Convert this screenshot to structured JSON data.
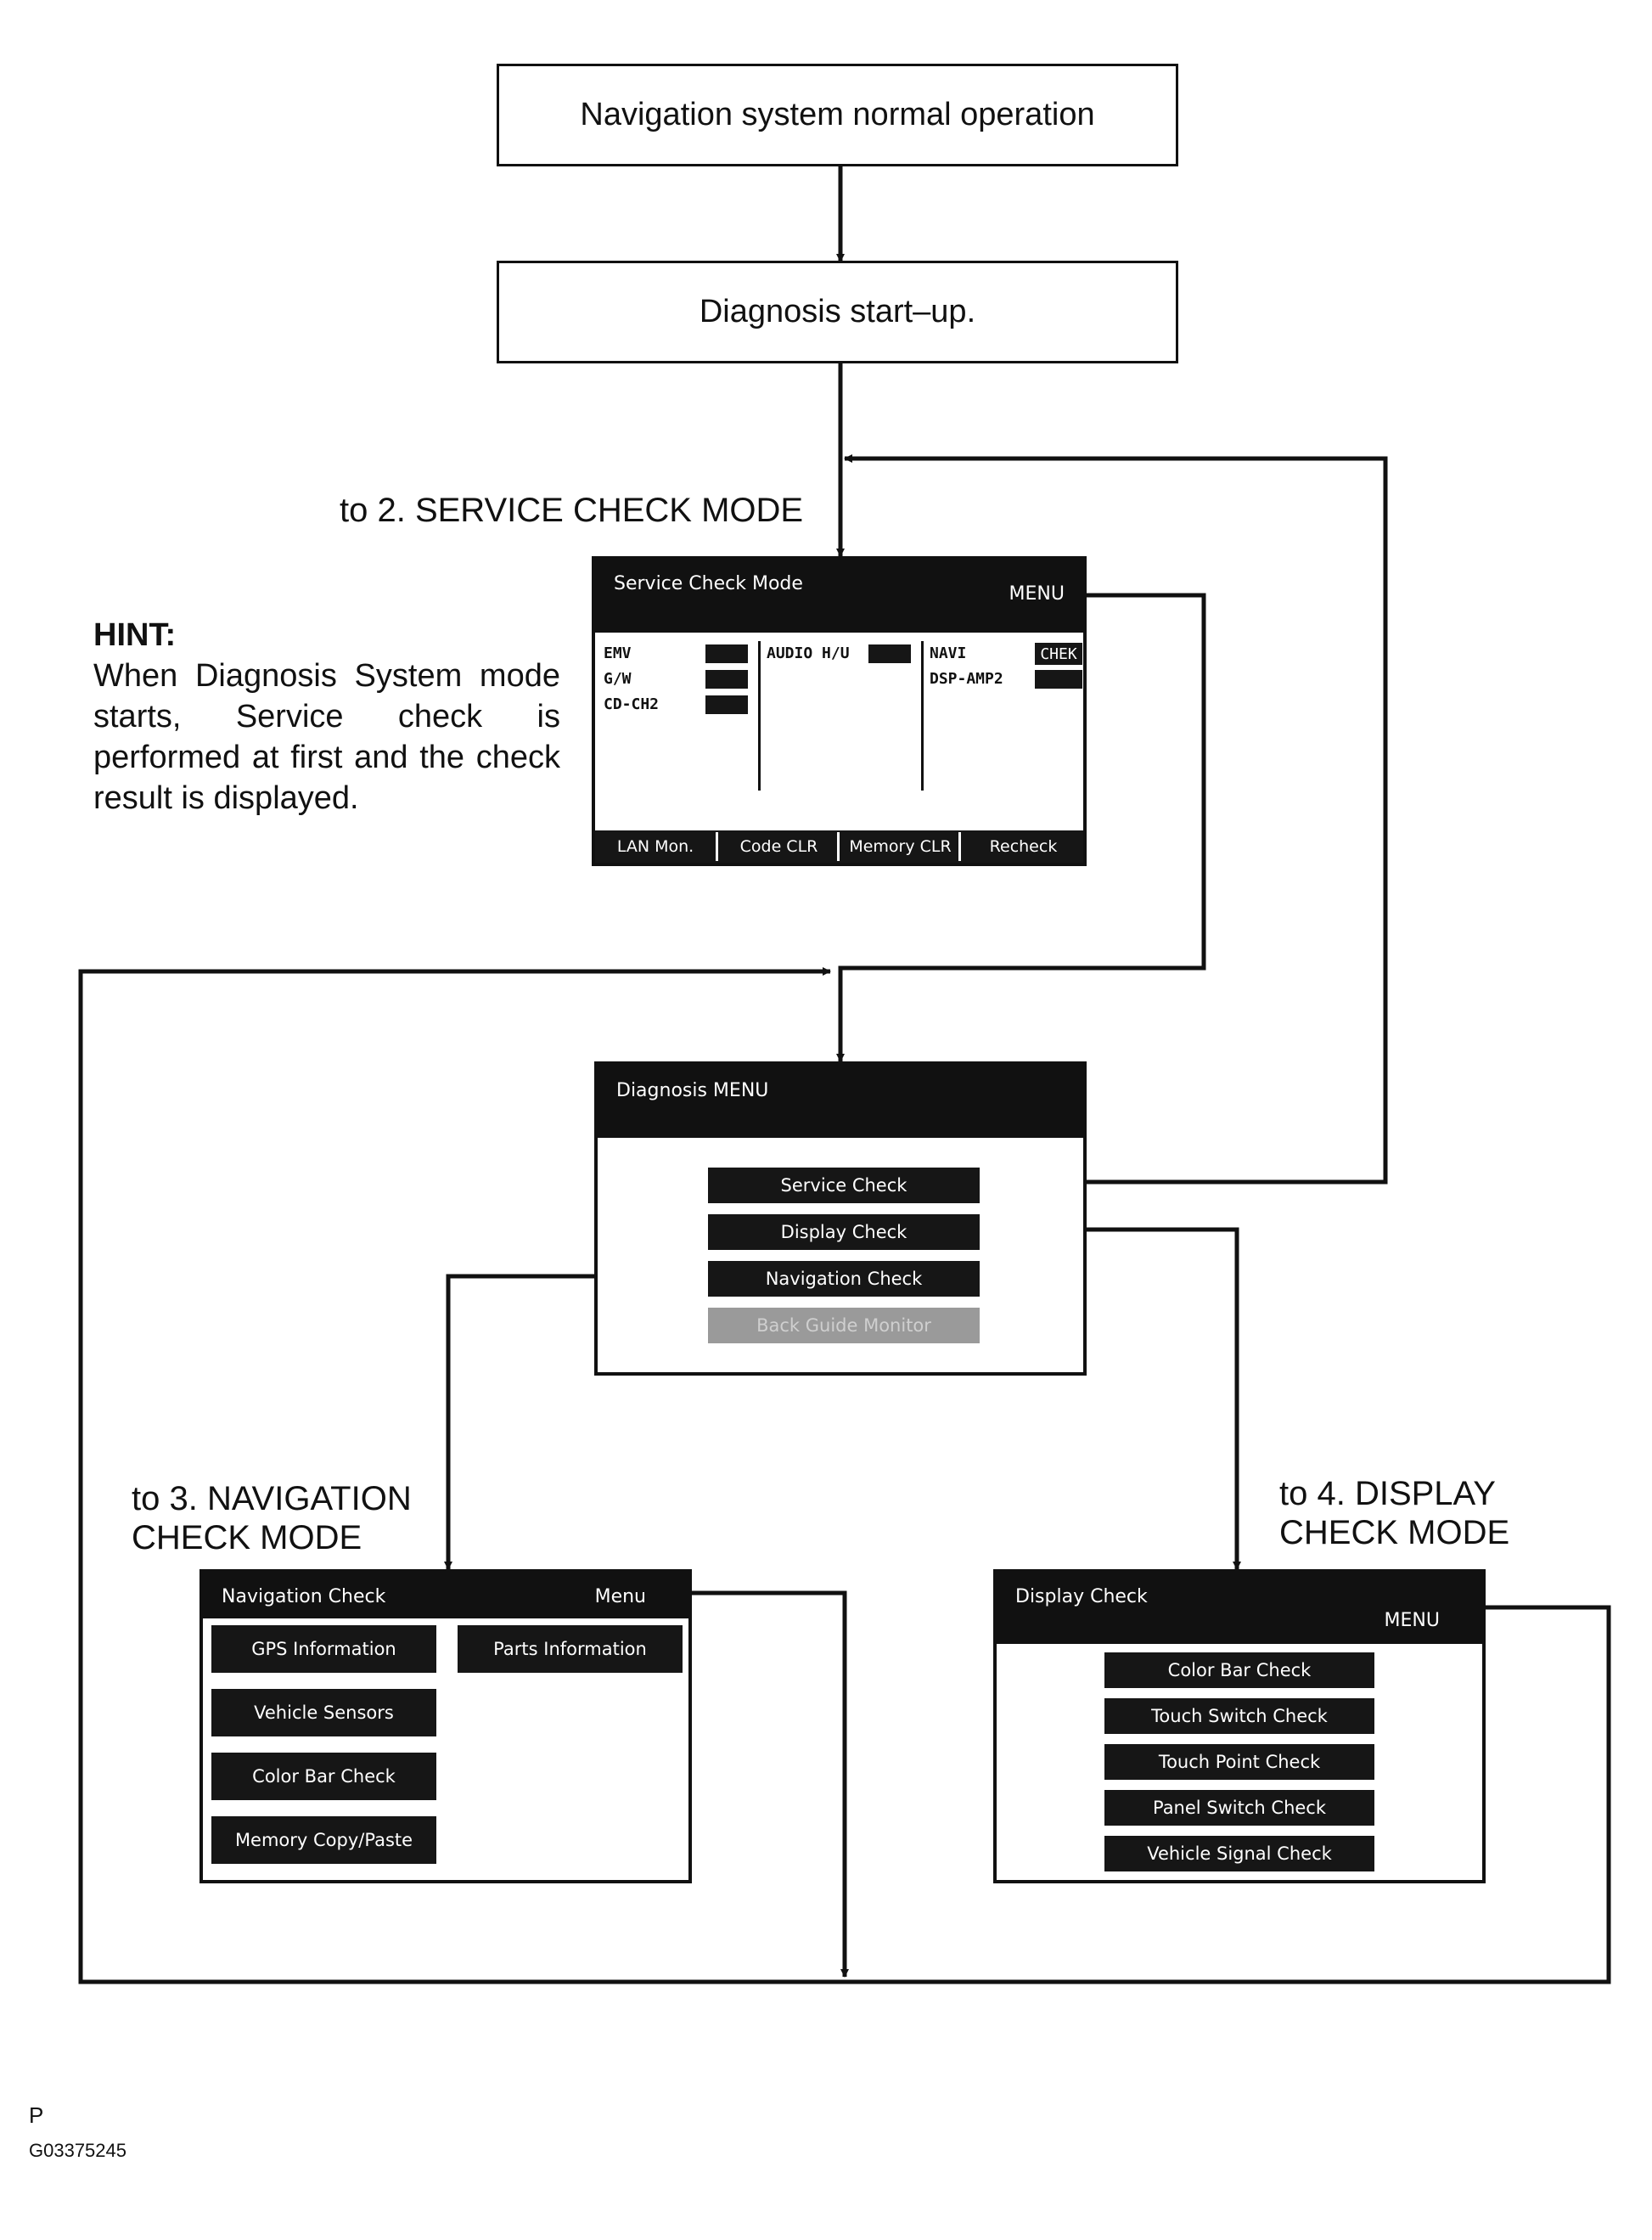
{
  "flow": {
    "box1": "Navigation system normal operation",
    "box2": "Diagnosis start–up."
  },
  "labels": {
    "to2": "to 2. SERVICE CHECK MODE",
    "to3_line1": "to 3. NAVIGATION",
    "to3_line2": "CHECK MODE",
    "to4_line1": "to 4. DISPLAY",
    "to4_line2": "CHECK MODE"
  },
  "hint": {
    "title": "HINT:",
    "body": "When Diagnosis System mode starts, Service check is performed at first and the check result is displayed."
  },
  "service_screen": {
    "title": "Service Check Mode",
    "menu": "MENU",
    "col1": [
      "EMV",
      "G/W",
      "CD-CH2"
    ],
    "col2": [
      "AUDIO H/U"
    ],
    "col3": [
      "NAVI",
      "DSP-AMP2"
    ],
    "navi_status": "CHEK",
    "footer": [
      "LAN Mon.",
      "Code CLR",
      "Memory CLR",
      "Recheck"
    ]
  },
  "diag_screen": {
    "title": "Diagnosis MENU",
    "items": [
      "Service Check",
      "Display Check",
      "Navigation Check",
      "Back Guide Monitor"
    ]
  },
  "nav_screen": {
    "title": "Navigation Check",
    "menu": "Menu",
    "left_buttons": [
      "GPS Information",
      "Vehicle Sensors",
      "Color Bar Check",
      "Memory Copy/Paste"
    ],
    "right_buttons": [
      "Parts Information"
    ]
  },
  "display_screen": {
    "title": "Display Check",
    "menu": "MENU",
    "buttons": [
      "Color Bar Check",
      "Touch Switch Check",
      "Touch Point Check",
      "Panel Switch Check",
      "Vehicle Signal Check"
    ]
  },
  "corner": {
    "mark": "P",
    "code": "G03375245"
  }
}
